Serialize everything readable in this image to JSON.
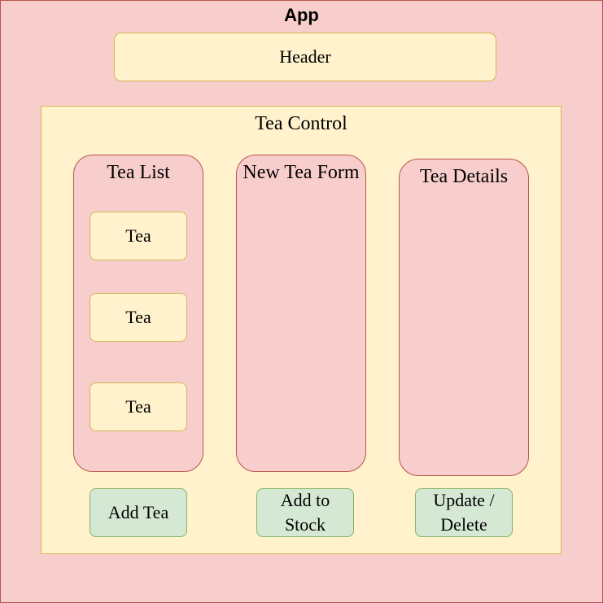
{
  "app": {
    "title": "App"
  },
  "header": {
    "label": "Header"
  },
  "tea_control": {
    "title": "Tea Control",
    "panels": [
      {
        "title": "Tea List",
        "items": [
          "Tea",
          "Tea",
          "Tea"
        ]
      },
      {
        "title": "New Tea Form"
      },
      {
        "title": "Tea Details"
      }
    ],
    "actions": [
      {
        "line1": "Add Tea"
      },
      {
        "line1": "Add to",
        "line2": "Stock"
      },
      {
        "line1": "Update /",
        "line2": "Delete"
      }
    ]
  },
  "colors": {
    "red_fill": "#f8cecc",
    "red_stroke": "#b85450",
    "yellow_fill": "#fff2cc",
    "yellow_stroke": "#d6b656",
    "green_fill": "#d5e8d4",
    "green_stroke": "#82b366"
  }
}
